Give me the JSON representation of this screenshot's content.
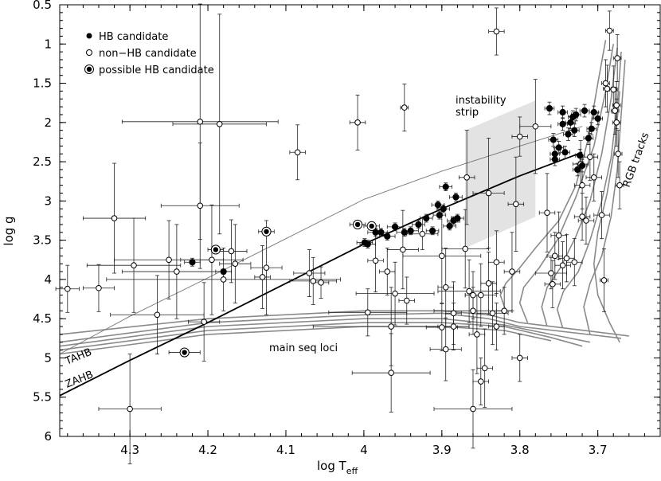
{
  "chart_data": {
    "type": "scatter",
    "xlabel": "log T",
    "xlabel_sub": "eff",
    "ylabel": "log g",
    "xlim": [
      4.39,
      3.62
    ],
    "ylim": [
      0.5,
      6.0
    ],
    "x_reversed": true,
    "y_reversed": true,
    "xticks": [
      4.3,
      4.2,
      4.1,
      4.0,
      3.9,
      3.8,
      3.7
    ],
    "xtick_labels": [
      "4.3",
      "4.2",
      "4.1",
      "4",
      "3.9",
      "3.8",
      "3.7"
    ],
    "yticks": [
      0.5,
      1.0,
      1.5,
      2.0,
      2.5,
      3.0,
      3.5,
      4.0,
      4.5,
      5.0,
      5.5,
      6.0
    ],
    "ytick_labels": [
      "0.5",
      "1",
      "1.5",
      "2",
      "2.5",
      "3",
      "3.5",
      "4",
      "4.5",
      "5",
      "5.5",
      "6"
    ],
    "grid": false,
    "legend_position": "top-left",
    "legend": [
      {
        "label": "HB candidate",
        "marker": "filled"
      },
      {
        "label": "non−HB candidate",
        "marker": "open"
      },
      {
        "label": "possible HB candidate",
        "marker": "ringed"
      }
    ],
    "annotations": {
      "instability": [
        "instability",
        "strip"
      ],
      "rgb": "RGB tracks",
      "mainseq": "main seq loci",
      "tahb": "TAHB",
      "zahb": "ZAHB"
    },
    "instability_strip": [
      [
        3.87,
        2.1
      ],
      [
        3.78,
        1.72
      ],
      [
        3.78,
        3.2
      ],
      [
        3.87,
        3.6
      ]
    ],
    "zahb": [
      [
        4.39,
        5.48
      ],
      [
        4.3,
        5.03
      ],
      [
        4.2,
        4.55
      ],
      [
        4.1,
        4.05
      ],
      [
        4.0,
        3.55
      ],
      [
        3.9,
        3.1
      ],
      [
        3.8,
        2.68
      ],
      [
        3.72,
        2.38
      ]
    ],
    "tahb": [
      [
        4.39,
        4.95
      ],
      [
        4.3,
        4.47
      ],
      [
        4.2,
        3.98
      ],
      [
        4.1,
        3.48
      ],
      [
        4.0,
        2.98
      ],
      [
        3.9,
        2.62
      ],
      [
        3.8,
        2.3
      ],
      [
        3.72,
        2.05
      ]
    ],
    "rgb_tracks": [
      [
        [
          3.818,
          4.4
        ],
        [
          3.825,
          4.2
        ],
        [
          3.818,
          4.05
        ],
        [
          3.8,
          3.85
        ],
        [
          3.78,
          3.6
        ],
        [
          3.75,
          3.25
        ],
        [
          3.728,
          2.8
        ],
        [
          3.712,
          2.2
        ],
        [
          3.7,
          1.5
        ],
        [
          3.69,
          0.95
        ]
      ],
      [
        [
          3.79,
          4.55
        ],
        [
          3.8,
          4.3
        ],
        [
          3.795,
          4.1
        ],
        [
          3.775,
          3.85
        ],
        [
          3.752,
          3.5
        ],
        [
          3.728,
          2.95
        ],
        [
          3.705,
          2.3
        ],
        [
          3.69,
          1.6
        ],
        [
          3.68,
          1.0
        ]
      ],
      [
        [
          3.765,
          4.6
        ],
        [
          3.772,
          4.35
        ],
        [
          3.765,
          4.1
        ],
        [
          3.748,
          3.85
        ],
        [
          3.728,
          3.45
        ],
        [
          3.71,
          3.0
        ],
        [
          3.695,
          2.4
        ],
        [
          3.683,
          1.7
        ],
        [
          3.675,
          1.05
        ]
      ],
      [
        [
          3.745,
          4.62
        ],
        [
          3.752,
          4.38
        ],
        [
          3.744,
          4.15
        ],
        [
          3.725,
          3.9
        ],
        [
          3.71,
          3.5
        ],
        [
          3.695,
          3.0
        ],
        [
          3.683,
          2.45
        ],
        [
          3.675,
          1.8
        ],
        [
          3.67,
          1.1
        ]
      ],
      [
        [
          3.71,
          4.7
        ],
        [
          3.718,
          4.35
        ],
        [
          3.71,
          4.05
        ],
        [
          3.695,
          3.7
        ],
        [
          3.683,
          3.2
        ],
        [
          3.675,
          2.6
        ],
        [
          3.67,
          1.9
        ],
        [
          3.665,
          1.2
        ]
      ],
      [
        [
          3.672,
          4.8
        ],
        [
          3.685,
          4.55
        ],
        [
          3.7,
          4.2
        ],
        [
          3.705,
          3.8
        ],
        [
          3.7,
          3.4
        ],
        [
          3.688,
          2.9
        ],
        [
          3.678,
          2.3
        ],
        [
          3.672,
          1.6
        ]
      ]
    ],
    "main_seq_loci": [
      [
        [
          4.39,
          4.7
        ],
        [
          4.2,
          4.5
        ],
        [
          4.0,
          4.4
        ],
        [
          3.9,
          4.4
        ],
        [
          3.84,
          4.45
        ],
        [
          3.8,
          4.55
        ],
        [
          3.66,
          4.72
        ]
      ],
      [
        [
          4.39,
          4.8
        ],
        [
          4.2,
          4.55
        ],
        [
          4.0,
          4.45
        ],
        [
          3.9,
          4.43
        ],
        [
          3.84,
          4.5
        ],
        [
          3.8,
          4.6
        ],
        [
          3.67,
          4.75
        ]
      ],
      [
        [
          4.39,
          4.85
        ],
        [
          4.2,
          4.6
        ],
        [
          4.0,
          4.5
        ],
        [
          3.9,
          4.5
        ],
        [
          3.82,
          4.58
        ],
        [
          3.76,
          4.7
        ],
        [
          3.71,
          4.8
        ]
      ],
      [
        [
          4.39,
          4.9
        ],
        [
          4.2,
          4.65
        ],
        [
          4.0,
          4.55
        ],
        [
          3.9,
          4.55
        ],
        [
          3.82,
          4.6
        ],
        [
          3.76,
          4.74
        ],
        [
          3.72,
          4.85
        ]
      ],
      [
        [
          4.39,
          4.95
        ],
        [
          4.2,
          4.7
        ],
        [
          4.0,
          4.6
        ],
        [
          3.9,
          4.6
        ],
        [
          3.82,
          4.65
        ],
        [
          3.76,
          4.78
        ]
      ]
    ],
    "hb_candidates": [
      [
        4.22,
        3.78,
        0.01,
        0.05
      ],
      [
        4.18,
        3.9,
        0.01,
        0.03
      ],
      [
        3.999,
        3.53,
        0.01,
        0.05
      ],
      [
        3.995,
        3.55,
        0.01,
        0.05
      ],
      [
        3.985,
        3.4,
        0.01,
        0.05
      ],
      [
        3.978,
        3.4,
        0.008,
        0.05
      ],
      [
        3.97,
        3.45,
        0.01,
        0.05
      ],
      [
        3.96,
        3.33,
        0.01,
        0.05
      ],
      [
        3.948,
        3.4,
        0.01,
        0.05
      ],
      [
        3.94,
        3.38,
        0.01,
        0.05
      ],
      [
        3.93,
        3.3,
        0.008,
        0.05
      ],
      [
        3.92,
        3.22,
        0.008,
        0.05
      ],
      [
        3.912,
        3.38,
        0.008,
        0.05
      ],
      [
        3.905,
        3.05,
        0.008,
        0.05
      ],
      [
        3.903,
        3.18,
        0.008,
        0.05
      ],
      [
        3.898,
        3.1,
        0.008,
        0.05
      ],
      [
        3.895,
        2.82,
        0.008,
        0.05
      ],
      [
        3.89,
        3.32,
        0.008,
        0.05
      ],
      [
        3.885,
        3.25,
        0.008,
        0.05
      ],
      [
        3.882,
        2.95,
        0.008,
        0.05
      ],
      [
        3.88,
        3.22,
        0.008,
        0.05
      ],
      [
        3.762,
        1.82,
        0.006,
        0.08
      ],
      [
        3.757,
        2.22,
        0.006,
        0.08
      ],
      [
        3.755,
        2.4,
        0.006,
        0.08
      ],
      [
        3.755,
        2.47,
        0.006,
        0.08
      ],
      [
        3.75,
        2.32,
        0.006,
        0.08
      ],
      [
        3.745,
        2.02,
        0.006,
        0.08
      ],
      [
        3.742,
        2.38,
        0.006,
        0.08
      ],
      [
        3.738,
        2.15,
        0.006,
        0.08
      ],
      [
        3.735,
        2.0,
        0.006,
        0.08
      ],
      [
        3.732,
        1.93,
        0.006,
        0.08
      ],
      [
        3.73,
        2.1,
        0.006,
        0.08
      ],
      [
        3.728,
        1.9,
        0.006,
        0.08
      ],
      [
        3.726,
        2.6,
        0.006,
        0.08
      ],
      [
        3.723,
        2.42,
        0.006,
        0.08
      ],
      [
        3.72,
        2.55,
        0.006,
        0.08
      ],
      [
        3.717,
        1.85,
        0.006,
        0.08
      ],
      [
        3.712,
        2.2,
        0.006,
        0.08
      ],
      [
        3.708,
        2.08,
        0.006,
        0.08
      ],
      [
        3.705,
        1.87,
        0.006,
        0.08
      ],
      [
        3.7,
        1.95,
        0.006,
        0.08
      ],
      [
        3.745,
        1.87,
        0.006,
        0.08
      ]
    ],
    "possible_hb_candidates": [
      [
        4.23,
        4.93,
        0.02,
        0.05
      ],
      [
        4.19,
        3.62,
        0.01,
        0.05
      ],
      [
        4.125,
        3.39,
        0.01,
        0.05
      ],
      [
        4.008,
        3.3,
        0.01,
        0.05
      ],
      [
        3.99,
        3.32,
        0.01,
        0.05
      ]
    ],
    "non_hb_candidates": [
      [
        4.38,
        4.12,
        0.015,
        0.3
      ],
      [
        4.34,
        4.11,
        0.02,
        0.3
      ],
      [
        4.32,
        3.22,
        0.04,
        0.7
      ],
      [
        4.295,
        3.82,
        0.06,
        0.6
      ],
      [
        4.3,
        5.65,
        0.04,
        0.7
      ],
      [
        4.265,
        4.45,
        0.06,
        0.5
      ],
      [
        4.25,
        3.75,
        0.07,
        0.5
      ],
      [
        4.24,
        3.9,
        0.07,
        0.6
      ],
      [
        4.21,
        1.99,
        0.1,
        1.5
      ],
      [
        4.21,
        3.06,
        0.05,
        0.8
      ],
      [
        4.205,
        4.54,
        0.02,
        0.5
      ],
      [
        4.195,
        3.75,
        0.04,
        0.7
      ],
      [
        4.185,
        2.02,
        0.06,
        1.4
      ],
      [
        4.18,
        4.0,
        0.15,
        0.4
      ],
      [
        4.17,
        3.64,
        0.02,
        0.4
      ],
      [
        4.165,
        3.8,
        0.02,
        0.5
      ],
      [
        4.13,
        3.97,
        0.01,
        0.4
      ],
      [
        4.125,
        3.85,
        0.02,
        0.6
      ],
      [
        4.085,
        2.38,
        0.01,
        0.35
      ],
      [
        4.07,
        3.92,
        0.02,
        0.3
      ],
      [
        4.065,
        4.02,
        0.03,
        0.3
      ],
      [
        4.055,
        4.04,
        0.01,
        0.2
      ],
      [
        4.008,
        2.0,
        0.01,
        0.35
      ],
      [
        3.995,
        4.42,
        0.05,
        0.3
      ],
      [
        3.985,
        3.76,
        0.01,
        0.4
      ],
      [
        3.97,
        3.9,
        0.01,
        0.3
      ],
      [
        3.965,
        4.6,
        0.1,
        0.5
      ],
      [
        3.965,
        5.19,
        0.05,
        0.5
      ],
      [
        3.96,
        4.18,
        0.05,
        0.4
      ],
      [
        3.95,
        3.62,
        0.02,
        0.5
      ],
      [
        3.948,
        1.81,
        0.005,
        0.3
      ],
      [
        3.945,
        4.27,
        0.01,
        0.3
      ],
      [
        3.925,
        3.42,
        0.02,
        0.2
      ],
      [
        3.9,
        4.61,
        0.02,
        0.3
      ],
      [
        3.9,
        3.7,
        0.05,
        0.6
      ],
      [
        3.895,
        4.89,
        0.02,
        0.4
      ],
      [
        3.895,
        4.1,
        0.01,
        0.5
      ],
      [
        3.885,
        4.43,
        0.01,
        0.4
      ],
      [
        3.87,
        3.61,
        0.03,
        0.5
      ],
      [
        3.868,
        2.7,
        0.01,
        0.6
      ],
      [
        3.865,
        4.15,
        0.04,
        0.4
      ],
      [
        3.86,
        5.65,
        0.05,
        0.5
      ],
      [
        3.855,
        4.7,
        0.01,
        0.5
      ],
      [
        3.85,
        4.2,
        0.02,
        0.4
      ],
      [
        3.845,
        5.13,
        0.01,
        0.5
      ],
      [
        3.84,
        4.05,
        0.01,
        0.4
      ],
      [
        3.835,
        4.43,
        0.02,
        0.4
      ],
      [
        3.83,
        3.78,
        0.01,
        0.4
      ],
      [
        3.84,
        2.9,
        0.02,
        0.7
      ],
      [
        3.82,
        4.4,
        0.01,
        0.3
      ],
      [
        3.81,
        3.9,
        0.01,
        0.5
      ],
      [
        3.805,
        3.04,
        0.01,
        0.6
      ],
      [
        3.8,
        5.0,
        0.01,
        0.3
      ],
      [
        3.8,
        2.18,
        0.01,
        0.25
      ],
      [
        3.78,
        2.05,
        0.02,
        0.6
      ],
      [
        3.765,
        3.15,
        0.01,
        0.5
      ],
      [
        3.76,
        3.92,
        0.02,
        0.2
      ],
      [
        3.758,
        4.06,
        0.01,
        0.3
      ],
      [
        3.755,
        3.7,
        0.01,
        0.3
      ],
      [
        3.75,
        3.44,
        0.01,
        0.3
      ],
      [
        3.745,
        3.82,
        0.01,
        0.3
      ],
      [
        3.74,
        3.73,
        0.01,
        0.3
      ],
      [
        3.73,
        3.78,
        0.01,
        0.3
      ],
      [
        3.722,
        2.53,
        0.01,
        0.3
      ],
      [
        3.72,
        2.8,
        0.01,
        0.3
      ],
      [
        3.715,
        3.25,
        0.01,
        0.3
      ],
      [
        3.71,
        2.44,
        0.01,
        0.3
      ],
      [
        3.705,
        2.7,
        0.01,
        0.3
      ],
      [
        3.695,
        3.18,
        0.01,
        0.3
      ],
      [
        3.69,
        1.5,
        0.005,
        0.3
      ],
      [
        3.688,
        1.57,
        0.005,
        0.3
      ],
      [
        3.685,
        0.83,
        0.005,
        0.25
      ],
      [
        3.68,
        1.58,
        0.005,
        0.3
      ],
      [
        3.678,
        1.85,
        0.005,
        0.3
      ],
      [
        3.676,
        1.78,
        0.005,
        0.3
      ],
      [
        3.674,
        2.4,
        0.005,
        0.3
      ],
      [
        3.672,
        2.8,
        0.005,
        0.3
      ],
      [
        3.675,
        1.18,
        0.005,
        0.3
      ],
      [
        3.676,
        2.0,
        0.005,
        0.3
      ],
      [
        3.692,
        4.01,
        0.005,
        0.4
      ],
      [
        3.83,
        4.6,
        0.01,
        0.3
      ],
      [
        3.86,
        4.2,
        0.01,
        0.3
      ],
      [
        3.885,
        4.6,
        0.02,
        0.3
      ],
      [
        3.72,
        3.2,
        0.01,
        0.3
      ],
      [
        3.83,
        0.84,
        0.01,
        0.3
      ],
      [
        3.85,
        5.3,
        0.01,
        0.3
      ],
      [
        3.86,
        4.4,
        0.05,
        0.3
      ]
    ]
  }
}
